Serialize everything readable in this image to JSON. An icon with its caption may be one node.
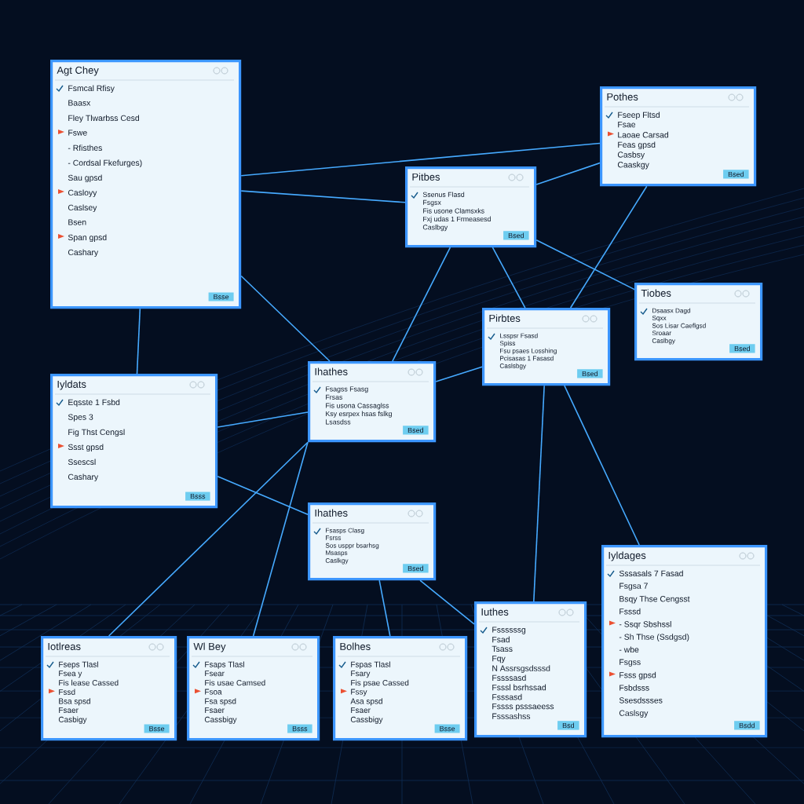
{
  "diagram": {
    "nodes": [
      {
        "text": [
          "Agt Chey",
          "Fsmcal Rfisy",
          "Baasx",
          "Fley Tlwarbss Cesd",
          "Fswe",
          "- Rfisthes",
          "- Cordsal Fkefurges)",
          "Sau gpsd",
          "Casloyy",
          "Caslsey",
          "Bsen",
          "Span gpsd",
          "Cashary",
          "Bsse"
        ]
      },
      {
        "text": [
          "Pothes",
          "Fseep Fltsd",
          "Fsae",
          "Laoae Carsad",
          "Feas gpsd",
          "Casbsy",
          "Caaskgy",
          "Bsed"
        ]
      },
      {
        "text": [
          "Pitbes",
          "Ssenus Flasd",
          "Fsgsx",
          "Fis usone Clamsxks",
          "Fxj udas 1 Frmeasesd",
          "Caslbgy",
          "Bsed"
        ]
      },
      {
        "text": [
          "Tiobes",
          "Dsaasx Dagd",
          "Sqxx",
          "Sos Lisar Caeflgsd",
          "Sroaar",
          "Caslbgy",
          "Bsed"
        ]
      },
      {
        "text": [
          "Pirbtes",
          "Lsspsr Fsasd",
          "Spiss",
          "Fsu psaes Losshing",
          "Pcisasas 1 Fasasd",
          "Caslsbgy",
          "Bsed"
        ]
      },
      {
        "text": [
          "Iyldats",
          "Eqsste 1 Fsbd",
          "Spes 3",
          "Fig Thst Cengsl",
          "Ssst gpsd",
          "Ssescsl",
          "Cashary",
          "Bsss"
        ]
      },
      {
        "text": [
          "Ihathes",
          "Fsagss Fsasg",
          "Frsas",
          "Fis usona Cassaglss",
          "Ksy esrpex hsas fslkg",
          "Lsasdss",
          "Bsed"
        ]
      },
      {
        "text": [
          "Ihathes",
          "Fsasps Clasg",
          "Fsrss",
          "Sos usppr bsarhsg",
          "Msasps",
          "Caslkgy",
          "Bsed"
        ]
      },
      {
        "text": [
          "Iyldages",
          "Sssasals 7 Fasad",
          "Fsgsa 7",
          "Bsqy Thse Cengsst",
          "Fsssd",
          "- Ssqr Sbshssl",
          "- Sh Thse (Ssdgsd)",
          "- wbe",
          "Fsgss",
          "Fsss gpsd",
          "Fsbdsss",
          "Ssesdssses",
          "Caslsgy",
          "Bsdd"
        ]
      },
      {
        "text": [
          "Iuthes",
          "Fssssssg",
          "Fsad",
          "Tsass",
          "Fqy",
          "N Assrsgsdsssd",
          "Fssssasd",
          "Fsssl bsrhssad",
          "Fsssasd",
          "Fssss psssaeess",
          "Fsssashss",
          "Bsd"
        ]
      },
      {
        "text": [
          "Iotlreas",
          "Fseps Tlasl",
          "Fsea y",
          "Fis lease Cassed",
          "Fssd",
          "Bsa spsd",
          "Fsaer",
          "Casbigy",
          "Bsse"
        ]
      },
      {
        "text": [
          "Wl Bey",
          "Fsaps Tlasl",
          "Fsear",
          "Fis usae Camsed",
          "Fsoa",
          "Fsa spsd",
          "Fsaer",
          "Cassbigy",
          "Bsss"
        ]
      },
      {
        "text": [
          "Bolhes",
          "Fspas Tlasl",
          "Fsary",
          "Fis psae Cassed",
          "Fssy",
          "Asa spsd",
          "Fsaer",
          "Cassbigy",
          "Bsse"
        ]
      }
    ],
    "edges": [
      {
        "from": 0,
        "to": 1,
        "arrow": "none"
      },
      {
        "from": 0,
        "to": 2,
        "arrow": "none"
      },
      {
        "from": 0,
        "to": 5,
        "arrow": "none"
      },
      {
        "from": 0,
        "to": 6,
        "arrow": "none"
      },
      {
        "from": 2,
        "to": 1,
        "arrow": "none"
      },
      {
        "from": 2,
        "to": 3,
        "arrow": "none"
      },
      {
        "from": 2,
        "to": 4,
        "arrow": "none"
      },
      {
        "from": 6,
        "to": 2,
        "arrow": "none"
      },
      {
        "from": 1,
        "to": 4,
        "arrow": "none"
      },
      {
        "from": 5,
        "to": 6,
        "arrow": "none"
      },
      {
        "from": 5,
        "to": 7,
        "arrow": "none"
      },
      {
        "from": 4,
        "to": 6,
        "arrow": "none"
      },
      {
        "from": 4,
        "to": 8,
        "arrow": "none"
      },
      {
        "from": 4,
        "to": 9,
        "arrow": "none"
      },
      {
        "from": 7,
        "to": 9,
        "arrow": "none"
      },
      {
        "from": 6,
        "to": 10,
        "arrow": "none"
      },
      {
        "from": 6,
        "to": 11,
        "arrow": "none"
      },
      {
        "from": 7,
        "to": 12,
        "arrow": "none"
      }
    ]
  }
}
